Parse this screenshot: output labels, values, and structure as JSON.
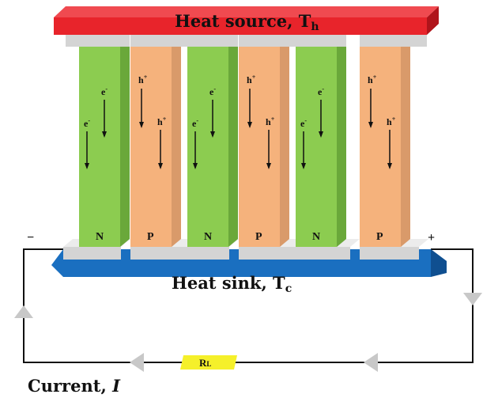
{
  "heat_source": {
    "label": "Heat source, T",
    "subscript": "h"
  },
  "heat_sink": {
    "label": "Heat sink, T",
    "subscript": "c"
  },
  "legs": [
    {
      "type": "N",
      "carrier1": "e",
      "carrier1_sup": "-",
      "carrier2": "e",
      "carrier2_sup": "-"
    },
    {
      "type": "P",
      "carrier1": "h",
      "carrier1_sup": "+",
      "carrier2": "h",
      "carrier2_sup": "+"
    },
    {
      "type": "N",
      "carrier1": "e",
      "carrier1_sup": "-",
      "carrier2": "e",
      "carrier2_sup": "-"
    },
    {
      "type": "P",
      "carrier1": "h",
      "carrier1_sup": "+",
      "carrier2": "h",
      "carrier2_sup": "+"
    },
    {
      "type": "N",
      "carrier1": "e",
      "carrier1_sup": "-",
      "carrier2": "e",
      "carrier2_sup": "-"
    },
    {
      "type": "P",
      "carrier1": "h",
      "carrier1_sup": "+",
      "carrier2": "h",
      "carrier2_sup": "+"
    }
  ],
  "terminals": {
    "negative": "−",
    "positive": "+"
  },
  "load": {
    "label": "R",
    "subscript": "L"
  },
  "current": {
    "label": "Current, ",
    "symbol": "I"
  },
  "colors": {
    "heat_source": "#e8242b",
    "heat_sink": "#1a6fc0",
    "n_leg": "#8ccc50",
    "p_leg": "#f5b27c",
    "connector": "#d4d4d4",
    "load": "#f5f02a"
  }
}
